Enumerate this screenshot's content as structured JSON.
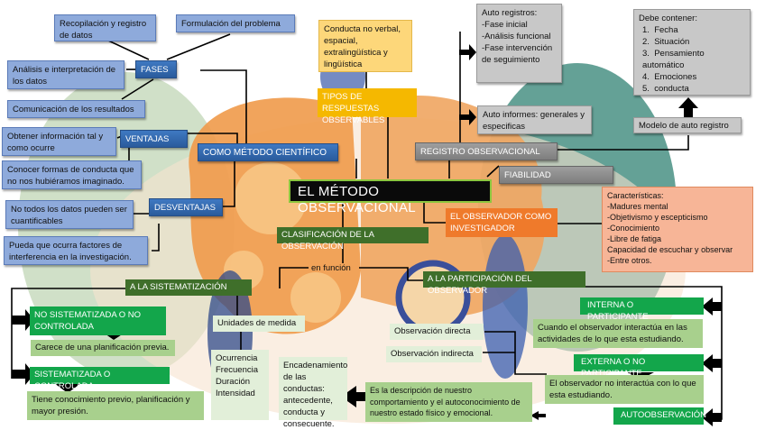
{
  "title": "EL MÉTODO OBSERVACIONAL",
  "colors": {
    "blue_dark": "#2f66ad",
    "blue_light": "#8eaadb",
    "gray_dark": "#8a8a8a",
    "gray_light": "#c8c8c8",
    "yellow_dark": "#f5b800",
    "yellow_light": "#fdd77a",
    "orange_dark": "#ef7a2b",
    "orange_light": "#f7b597",
    "green_dark": "#3f6f2a",
    "green_bright": "#13a64b",
    "green_light": "#a8d08d",
    "green_pale": "#e2efd9",
    "title_bg": "#0a0a0a"
  },
  "cientifico": {
    "label": "COMO MÉTODO CIENTÍFICO",
    "fases": {
      "label": "FASES",
      "items": [
        "Recopilación y registro de datos",
        "Formulación del problema",
        "Análisis e interpretación de los datos",
        "Comunicación de los resultados"
      ]
    },
    "ventajas": {
      "label": "VENTAJAS",
      "items": [
        "Obtener información tal y como ocurre",
        "Conocer formas de conducta que no nos hubiéramos imaginado."
      ]
    },
    "desventajas": {
      "label": "DESVENTAJAS",
      "items": [
        "No todos los datos pueden ser cuantificables",
        "Pueda que ocurra factores de interferencia en la investigación."
      ]
    }
  },
  "respuestas": {
    "label": "TIPOS DE RESPUESTAS OBSERVABLES",
    "detail": "Conducta no verbal, espacial, extralingüística y lingüística"
  },
  "registro": {
    "label": "REGISTRO OBSERVACIONAL",
    "auto_registros": [
      "Auto registros:",
      "-Fase inicial",
      "-Análisis funcional",
      "-Fase intervención de seguimiento"
    ],
    "auto_informes": "Auto informes: generales y especificas",
    "modelo": "Modelo de auto registro",
    "debe_contener": {
      "heading": "Debe contener:",
      "items": [
        "Fecha",
        "Situación",
        "Pensamiento automático",
        "Emociones",
        "conducta"
      ]
    }
  },
  "fiabilidad": "FIABILIDAD",
  "observador": {
    "label": "EL OBSERVADOR COMO INVESTIGADOR",
    "caracteristicas": [
      "Características:",
      "-Madures mental",
      "-Objetivismo y escepticismo",
      "-Conocimiento",
      "-Libre de fatiga",
      "Capacidad de escuchar y observar",
      "-Entre otros."
    ]
  },
  "clasificacion": {
    "label": "CLASIFICACIÓN DE LA OBSERVACIÓN",
    "en_funcion": "en función",
    "sistematizacion": {
      "label": "A LA SISTEMATIZACIÓN",
      "no_sistematizada": "NO SISTEMATIZADA O NO CONTROLADA",
      "no_sistematizada_desc": "Carece de una planificación previa.",
      "sistematizada": "SISTEMATIZADA O CONTROLADA",
      "sistematizada_desc": "Tiene conocimiento previo, planificación y mayor presión.",
      "unidades": "Unidades de medida",
      "unidades_items": [
        "Ocurrencia",
        "Frecuencia",
        "Duración",
        "Intensidad"
      ],
      "encadenamiento": "Encadenamiento de las conductas: antecedente, conducta y consecuente."
    },
    "participacion": {
      "label": "A LA PARTICIPACIÓN DEL OBSERVADOR",
      "interna": "INTERNA O PARTICIPANTE",
      "interna_desc": "Cuando el observador interactúa en las actividades de lo que esta estudiando.",
      "externa": "EXTERNA O NO PARTICIPANTE",
      "externa_desc": "El observador no interactúa con lo que esta estudiando.",
      "autoobservacion": "AUTOOBSERVACIÓN",
      "autoobservacion_desc": "Es la descripción de nuestro comportamiento y el autoconocimiento de nuestro estado físico y emocional.",
      "directa": "Observación directa",
      "indirecta": "Observación indirecta"
    }
  }
}
